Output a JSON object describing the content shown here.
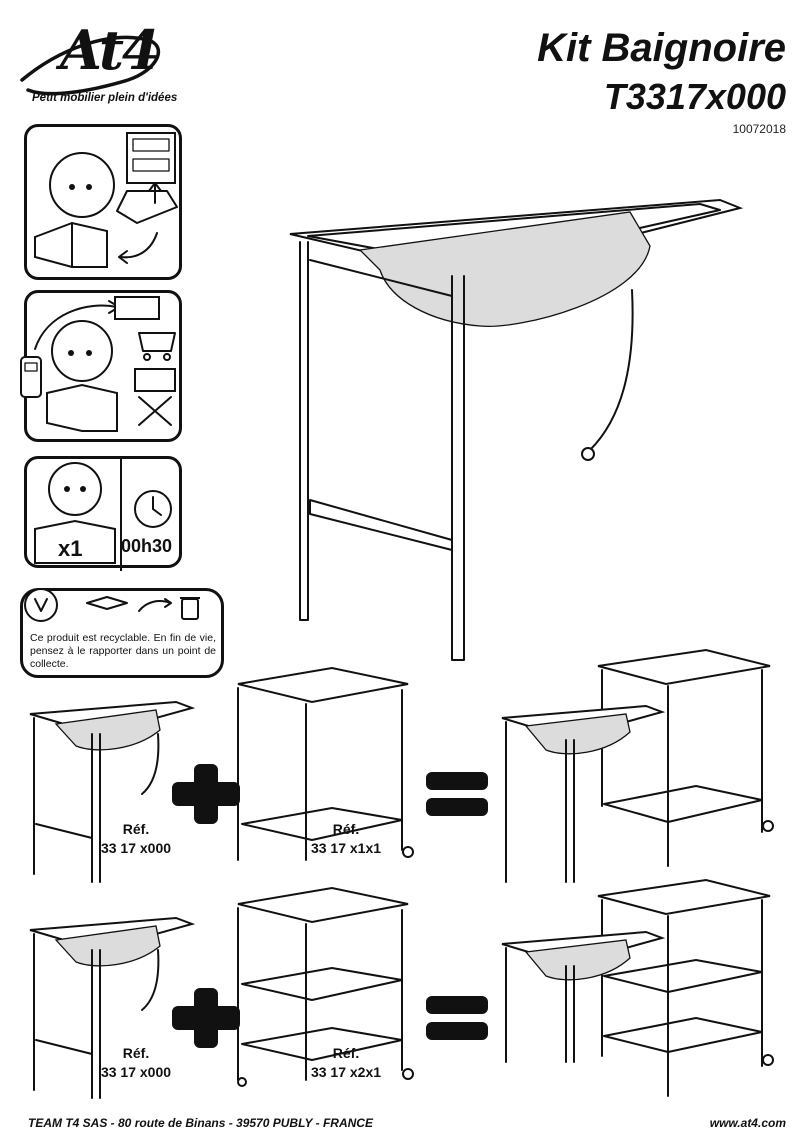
{
  "brand": {
    "logo_text": "At4",
    "tagline": "Petit mobilier plein d'idées"
  },
  "header": {
    "title": "Kit Baignoire",
    "reference": "T3317x000",
    "doc_number": "10072018"
  },
  "info": {
    "persons": "x1",
    "duration": "00h30",
    "recycle_text": "Ce produit est recyclable. En fin de vie, pensez à le rapporter dans un point de collecte."
  },
  "combos": [
    {
      "part_a": {
        "ref_label": "Réf.",
        "ref_code": "33 17 x000"
      },
      "part_b": {
        "ref_label": "Réf.",
        "ref_code": "33 17 x1x1"
      }
    },
    {
      "part_a": {
        "ref_label": "Réf.",
        "ref_code": "33 17 x000"
      },
      "part_b": {
        "ref_label": "Réf.",
        "ref_code": "33 17 x2x1"
      }
    }
  ],
  "footer": {
    "address": "TEAM T4 SAS - 80 route de Binans - 39570 PUBLY - FRANCE",
    "website": "www.at4.com"
  },
  "icons": [
    "logo-swoosh",
    "person-reading-icon",
    "parts-checklist-icon",
    "phone-icon",
    "shopping-cart-icon",
    "clock-icon",
    "recycle-icon",
    "trash-bin-icon"
  ]
}
